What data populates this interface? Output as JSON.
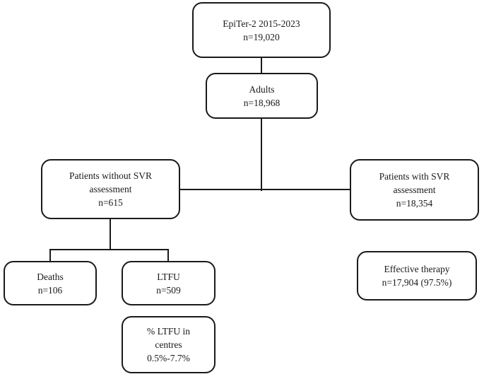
{
  "chart_data": {
    "type": "diagram",
    "diagram_kind": "flowchart",
    "title": "",
    "nodes": [
      {
        "id": "cohort",
        "lines": [
          "EpiTer-2 2015-2023",
          "n=19,020"
        ]
      },
      {
        "id": "adults",
        "lines": [
          "Adults",
          "n=18,968"
        ]
      },
      {
        "id": "no_svr",
        "lines": [
          "Patients without SVR",
          "assessment",
          "n=615"
        ]
      },
      {
        "id": "with_svr",
        "lines": [
          "Patients with SVR",
          "assessment",
          "n=18,354"
        ]
      },
      {
        "id": "deaths",
        "lines": [
          "Deaths",
          "n=106"
        ]
      },
      {
        "id": "ltfu",
        "lines": [
          "LTFU",
          "n=509"
        ]
      },
      {
        "id": "ltfu_pct",
        "lines": [
          "% LTFU in",
          "centres",
          "0.5%-7.7%"
        ]
      },
      {
        "id": "eff_therapy",
        "lines": [
          "Effective therapy",
          "n=17,904 (97.5%)"
        ]
      }
    ],
    "edges": [
      {
        "from": "cohort",
        "to": "adults"
      },
      {
        "from": "adults",
        "to": "no_svr"
      },
      {
        "from": "adults",
        "to": "with_svr"
      },
      {
        "from": "no_svr",
        "to": "deaths"
      },
      {
        "from": "no_svr",
        "to": "ltfu"
      }
    ],
    "counts": {
      "total": 19020,
      "adults": 18968,
      "without_svr_assessment": 615,
      "with_svr_assessment": 18354,
      "deaths": 106,
      "ltfu": 509,
      "effective_therapy": 17904
    },
    "percentages": {
      "effective_therapy": "97.5%",
      "ltfu_in_centres_range": "0.5%-7.7%"
    },
    "style": {
      "background": "#ffffff",
      "line_color": "#1a1a1a",
      "node_border_color": "#1a1a1a",
      "node_fill": "#ffffff"
    }
  },
  "nodes": {
    "cohort": {
      "line1": "EpiTer-2 2015-2023",
      "line2": "n=19,020"
    },
    "adults": {
      "line1": "Adults",
      "line2": "n=18,968"
    },
    "no_svr": {
      "line1": "Patients without SVR",
      "line2": "assessment",
      "line3": "n=615"
    },
    "with_svr": {
      "line1": "Patients with SVR",
      "line2": "assessment",
      "line3": "n=18,354"
    },
    "deaths": {
      "line1": "Deaths",
      "line2": "n=106"
    },
    "ltfu": {
      "line1": "LTFU",
      "line2": "n=509"
    },
    "ltfu_pct": {
      "line1": "% LTFU in",
      "line2": "centres",
      "line3": "0.5%-7.7%"
    },
    "eff_therapy": {
      "line1": "Effective therapy",
      "line2": "n=17,904 (97.5%)"
    }
  }
}
